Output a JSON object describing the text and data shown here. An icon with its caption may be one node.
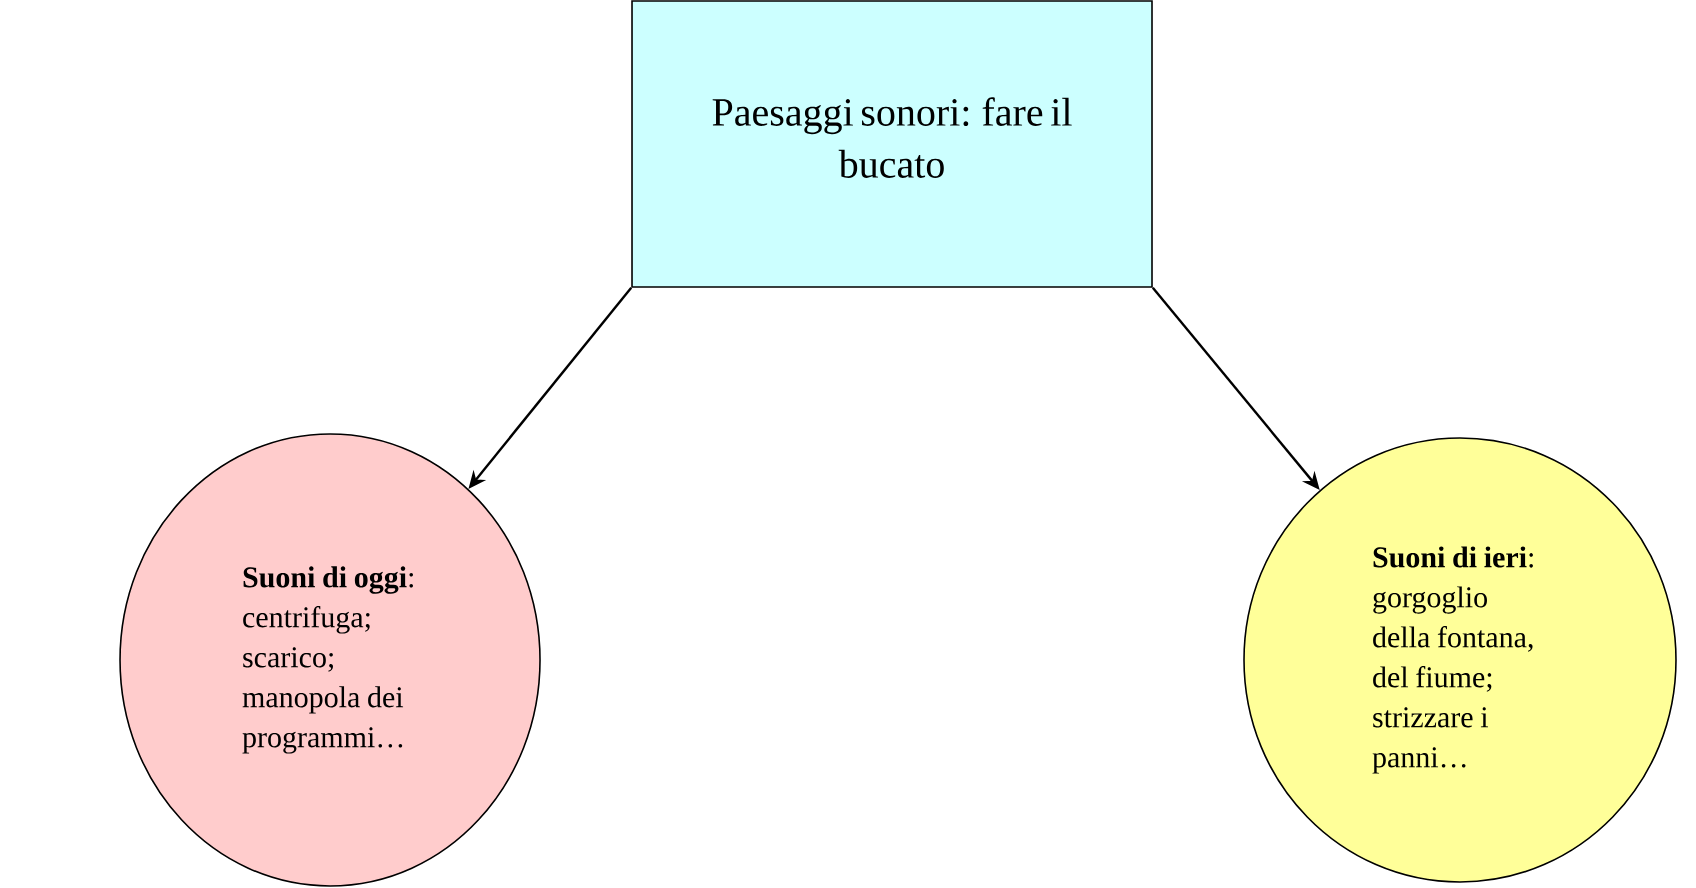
{
  "diagram": {
    "nodes": [
      {
        "text": [
          "Paesaggi sonori: fare il bucato"
        ]
      },
      {
        "text": [
          "**Suoni di oggi**: centrifuga; scarico; manopola dei programmi…"
        ]
      },
      {
        "text": [
          "**Suoni di ieri**: gorgoglio della fontana, del fiume; strizzare i panni…"
        ]
      }
    ],
    "edges": [
      {
        "from": 0,
        "to": 1,
        "arrow": "to"
      },
      {
        "from": 0,
        "to": 2,
        "arrow": "to"
      }
    ]
  }
}
